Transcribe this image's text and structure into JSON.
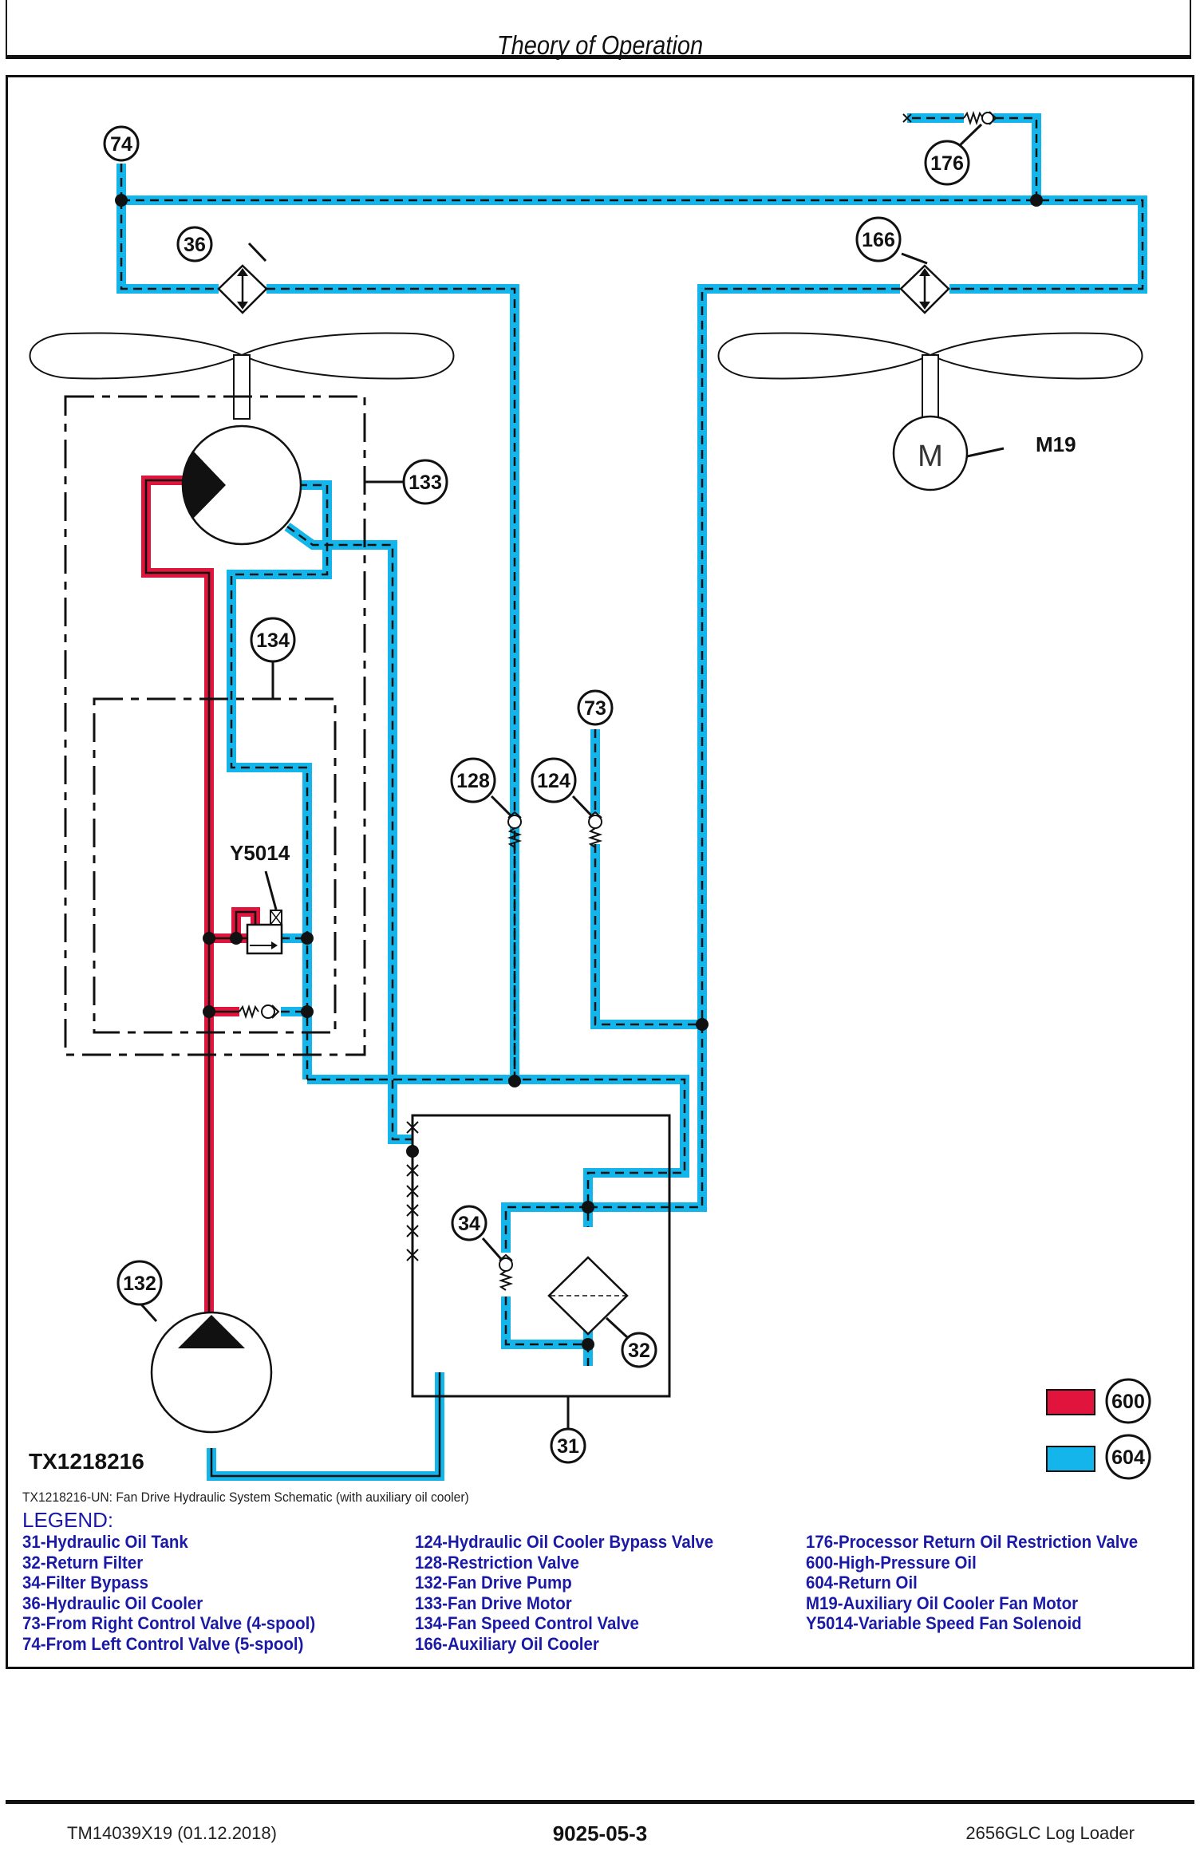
{
  "header": {
    "title": "Theory of Operation"
  },
  "diagram": {
    "figure_id": "TX1218216",
    "caption": "TX1218216-UN: Fan Drive Hydraulic System Schematic (with auxiliary oil cooler)",
    "colors": {
      "high_pressure": "#e0143c",
      "return": "#13b5ea"
    },
    "callouts": {
      "c74": "74",
      "c36": "36",
      "c176": "176",
      "c166": "166",
      "c133": "133",
      "c134": "134",
      "c73": "73",
      "c128": "128",
      "c124": "124",
      "c34": "34",
      "c132": "132",
      "c32": "32",
      "c31": "31",
      "c600": "600",
      "c604": "604"
    },
    "labels": {
      "m19": "M19",
      "y5014": "Y5014",
      "motor_letter": "M"
    },
    "color_key": [
      {
        "code": "600",
        "color": "#e0143c"
      },
      {
        "code": "604",
        "color": "#13b5ea"
      }
    ]
  },
  "legend": {
    "title": "LEGEND:",
    "col1": [
      "31-Hydraulic Oil Tank",
      "32-Return Filter",
      "34-Filter Bypass",
      "36-Hydraulic Oil Cooler",
      "73-From Right Control Valve (4-spool)",
      "74-From Left Control Valve (5-spool)"
    ],
    "col2": [
      "124-Hydraulic Oil Cooler Bypass Valve",
      "128-Restriction Valve",
      "132-Fan Drive Pump",
      "133-Fan Drive Motor",
      "134-Fan Speed Control Valve",
      "166-Auxiliary Oil Cooler"
    ],
    "col3": [
      "176-Processor Return Oil Restriction Valve",
      "600-High-Pressure Oil",
      "604-Return Oil",
      "M19-Auxiliary Oil Cooler Fan Motor",
      "Y5014-Variable Speed Fan Solenoid"
    ]
  },
  "footer": {
    "doc_id": "TM14039X19 (01.12.2018)",
    "page": "9025-05-3",
    "model": "2656GLC Log Loader"
  }
}
